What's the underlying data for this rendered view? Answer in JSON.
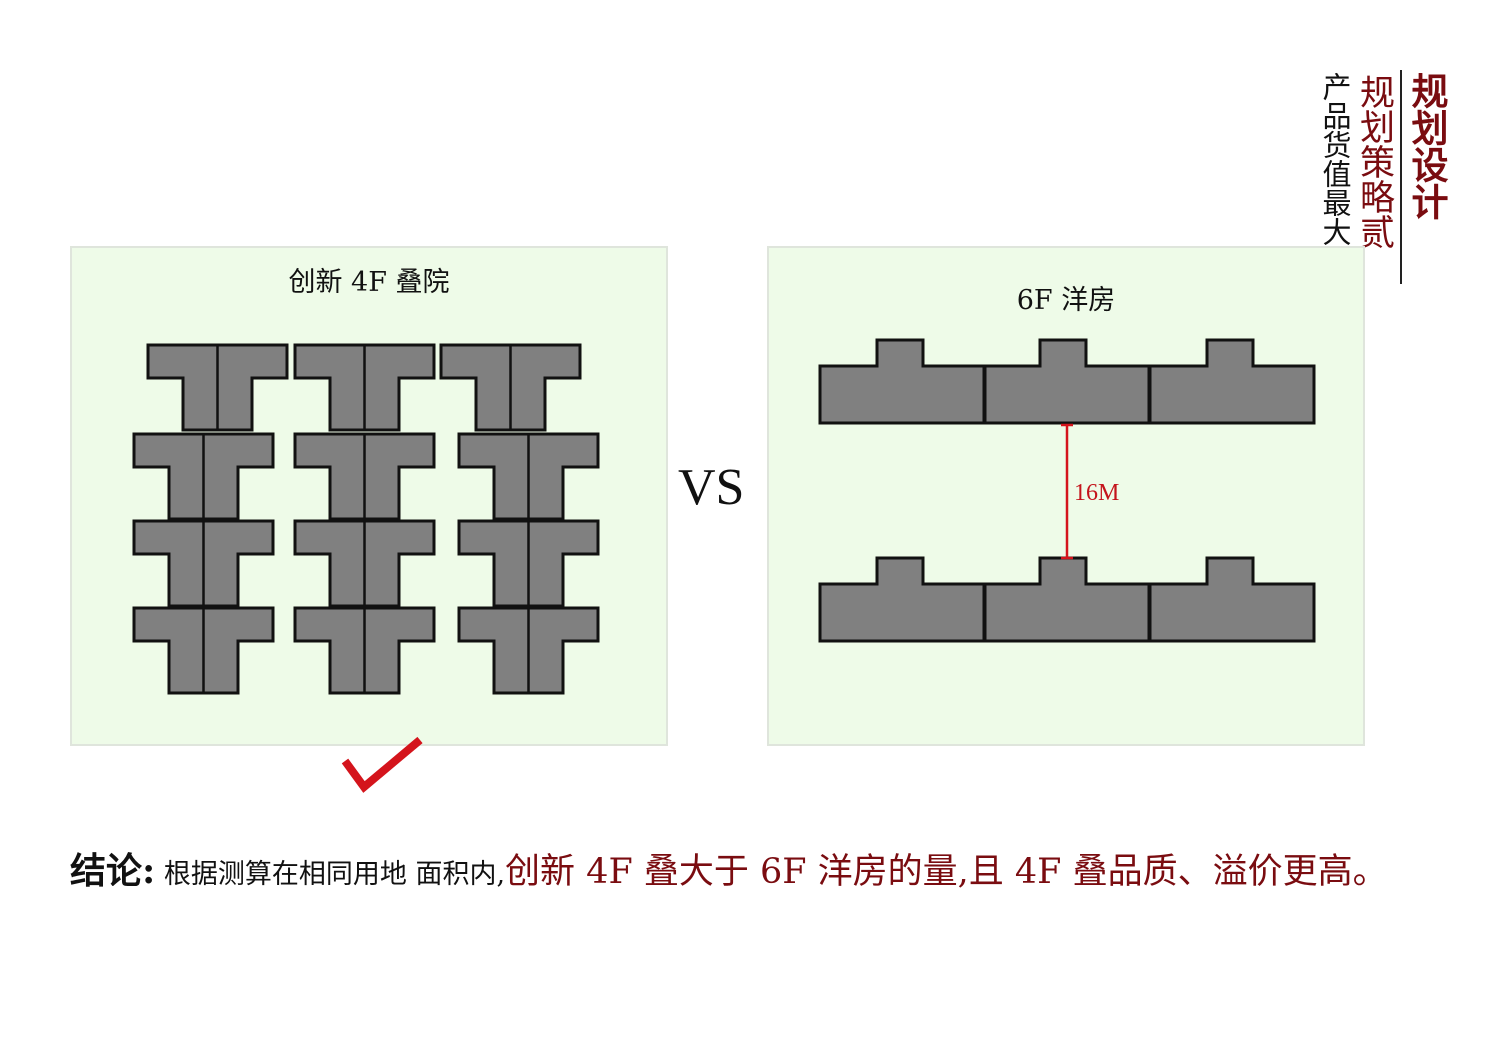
{
  "header": {
    "title_main": "规划设计",
    "title_strategy": "规划策略贰",
    "title_product": "产品货值最大化"
  },
  "left_panel": {
    "title": "创新 4F 叠院",
    "layout": "4 rows × 3 columns of T-shaped stacked courtyard units",
    "selected": true
  },
  "vs_label": "VS",
  "right_panel": {
    "title": "6F 洋房",
    "layout": "2 rows × 3 slab units",
    "spacing_label": "16M"
  },
  "conclusion": {
    "lead": "结论:",
    "body": " 根据测算在相同用地 面积内,",
    "highlight": "创新 4F 叠大于 6F 洋房的量,且 4F 叠品质、溢价更高。"
  },
  "colors": {
    "panel_bg": "#eefbe8",
    "building_fill": "#808080",
    "accent_dark_red": "#7a0c10",
    "accent_red": "#d4141c"
  },
  "icons": {
    "check": "check-icon"
  }
}
